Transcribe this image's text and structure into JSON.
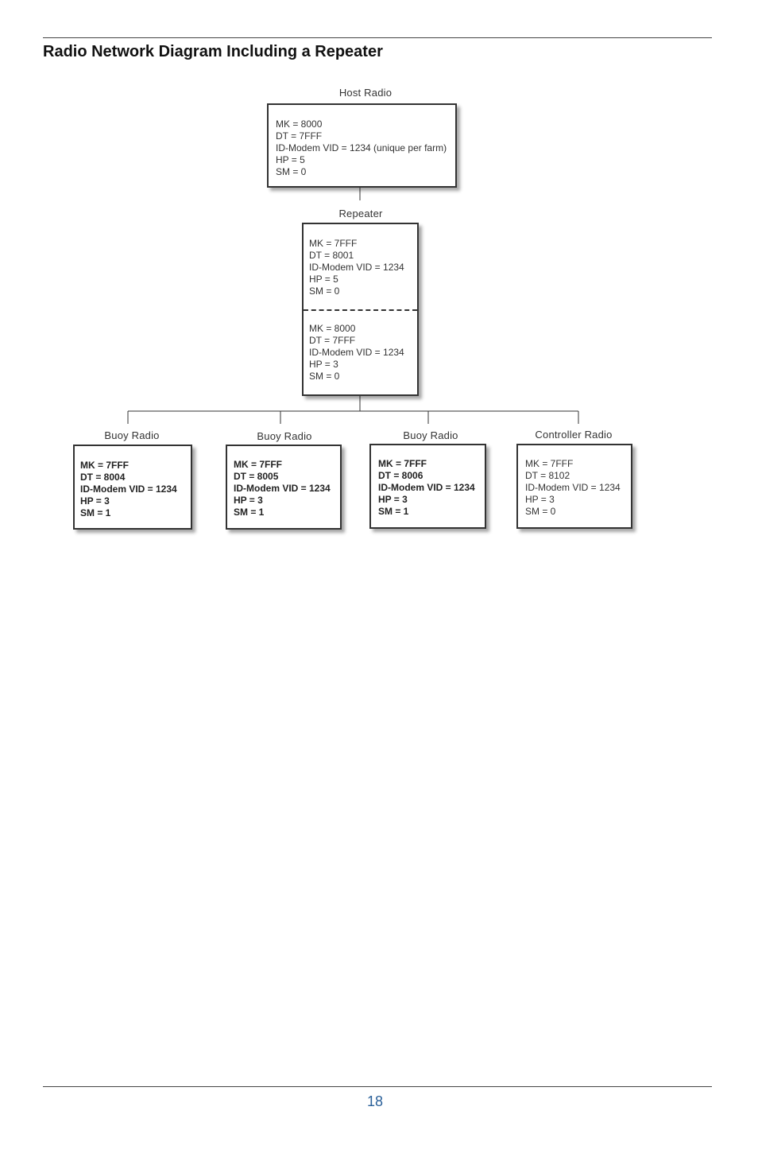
{
  "page": {
    "title": "Radio Network Diagram Including a Repeater",
    "page_number": "18"
  },
  "diagram": {
    "host": {
      "label": "Host Radio",
      "lines": [
        "MK = 8000",
        "DT = 7FFF",
        "ID-Modem VID = 1234 (unique per farm)",
        "HP = 5",
        "SM = 0"
      ]
    },
    "repeater": {
      "label": "Repeater",
      "upper_lines": [
        "MK = 7FFF",
        "DT = 8001",
        "ID-Modem VID = 1234",
        "HP = 5",
        "SM = 0"
      ],
      "lower_lines": [
        "MK = 8000",
        "DT = 7FFF",
        "ID-Modem VID = 1234",
        "HP = 3",
        "SM = 0"
      ]
    },
    "children": [
      {
        "label": "Buoy Radio",
        "lines": [
          "MK = 7FFF",
          "DT = 8004",
          "ID-Modem VID = 1234",
          "HP = 3",
          "SM = 1"
        ]
      },
      {
        "label": "Buoy Radio",
        "lines": [
          "MK = 7FFF",
          "DT = 8005",
          "ID-Modem VID = 1234",
          "HP = 3",
          "SM = 1"
        ]
      },
      {
        "label": "Buoy Radio",
        "lines": [
          "MK = 7FFF",
          "DT = 8006",
          "ID-Modem VID = 1234",
          "HP = 3",
          "SM = 1"
        ]
      },
      {
        "label": "Controller Radio",
        "lines": [
          "MK = 7FFF",
          "DT = 8102",
          "ID-Modem VID = 1234",
          "HP = 3",
          "SM = 0"
        ]
      }
    ]
  }
}
